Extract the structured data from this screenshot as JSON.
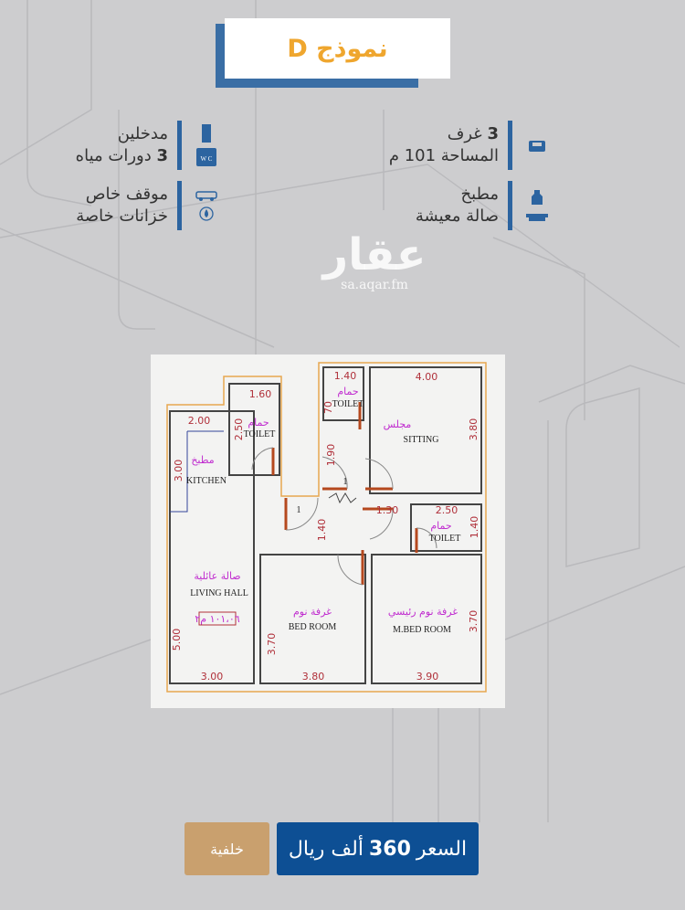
{
  "title": "نموذج D",
  "features": {
    "right": [
      {
        "icon": "bed-icon",
        "line1_num": "3",
        "line1": "غرف",
        "line2": "المساحة 101 م"
      },
      {
        "icon": "apron-sofa-icon",
        "line1_num": "",
        "line1": "مطبخ",
        "line2": "صالة معيشة"
      }
    ],
    "left": [
      {
        "icon": "door-wc-icon",
        "line1_num": "",
        "line1": "مدخلين",
        "line2_num": "3",
        "line2": "دورات مياه"
      },
      {
        "icon": "car-water-icon",
        "line1_num": "",
        "line1": "موقف خاص",
        "line2_num": "",
        "line2": "خزانات خاصة"
      }
    ]
  },
  "watermark": {
    "logo": "عقار",
    "url": "sa.aqar.fm"
  },
  "floorplan": {
    "dims": {
      "toilet1_w": "1.60",
      "kitchen_w": "2.00",
      "toilet1_h": "2.50",
      "kitchen_h": "3.00",
      "toilet2_w": "1.40",
      "toilet2_h": "70",
      "sitting_w": "4.00",
      "sitting_h": "3.80",
      "corridor_h": "1.90",
      "hall_h": "1.40",
      "corridor_w": "1.30",
      "toilet3_w": "2.50",
      "toilet3_h": "1.40",
      "living_h": "5.00",
      "bed_h": "3.70",
      "mbed_h": "3.70",
      "living_w": "3.00",
      "bed_w": "3.80",
      "mbed_w": "3.90",
      "door1": "1",
      "door2": "1"
    },
    "rooms": {
      "kitchen_ar": "مطبخ",
      "kitchen_en": "KITCHEN",
      "toilet_ar": "حمام",
      "toilet_en": "TOILET",
      "sitting_ar": "مجلس",
      "sitting_en": "SITTING",
      "living_ar": "صالة عائلية",
      "living_en": "LIVING HALL",
      "area": "١٠١،٠٦ م٢",
      "bed_ar": "غرفة نوم",
      "bed_en": "BED ROOM",
      "mbed_ar": "غرفة نوم رئيسي",
      "mbed_en": "M.BED ROOM"
    }
  },
  "buttons": {
    "price_prefix": "السعر",
    "price_value": "360",
    "price_suffix": "ألف ريال",
    "background": "خلفية"
  },
  "colors": {
    "accent_blue": "#0d4f94",
    "title_orange": "#efa62e",
    "tan": "#c9a06e"
  }
}
